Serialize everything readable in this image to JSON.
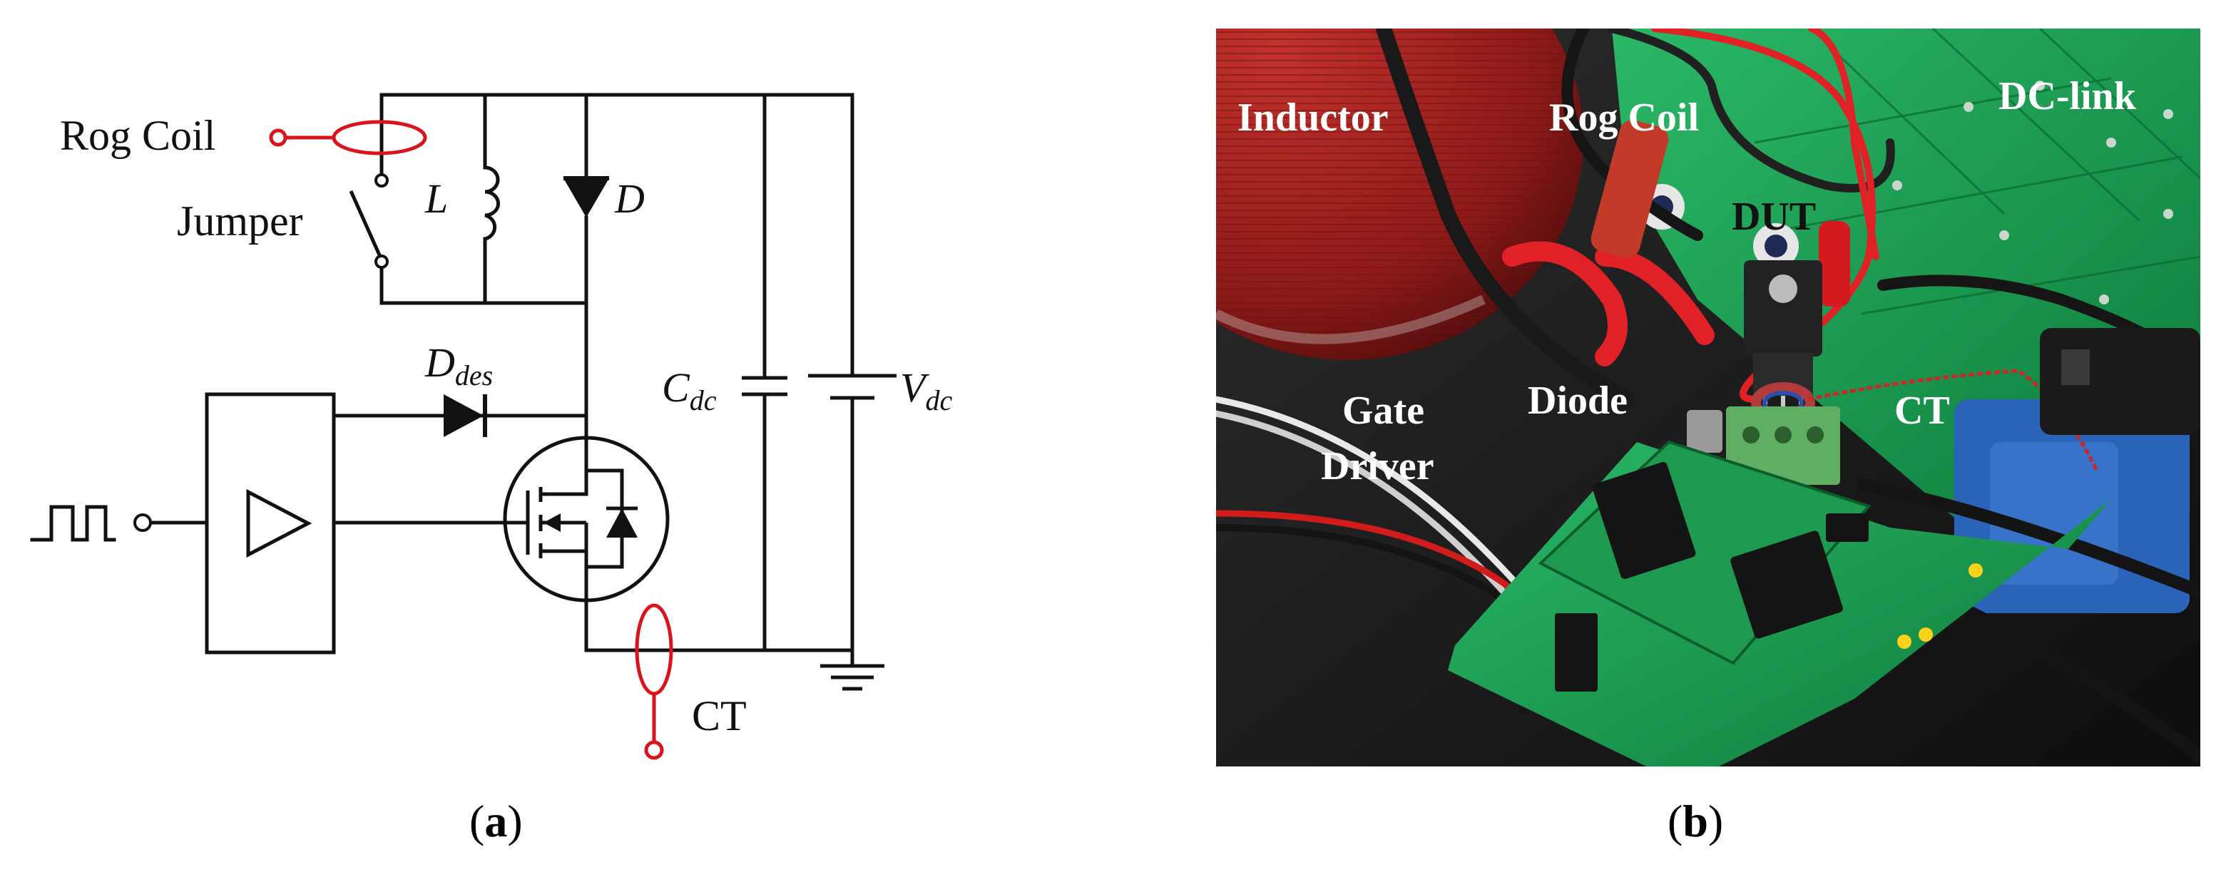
{
  "schematic": {
    "rog_coil_label": "Rog Coil",
    "jumper_label": "Jumper",
    "inductor_label": "L",
    "diode_label": "D",
    "desat_diode_main": "D",
    "desat_diode_sub": "des",
    "cap_main": "C",
    "cap_sub": "dc",
    "vsource_main": "V",
    "vsource_sub": "dc",
    "ct_label": "CT"
  },
  "photo": {
    "labels": {
      "inductor": "Inductor",
      "rog_coil": "Rog Coil",
      "dc_link": "DC-link",
      "dut": "DUT",
      "gate": "Gate",
      "driver": "Driver",
      "diode": "Diode",
      "ct": "CT"
    }
  },
  "captions": {
    "a_open": "(",
    "a_letter": "a",
    "a_close": ")",
    "b_open": "(",
    "b_letter": "b",
    "b_close": ")"
  },
  "colors": {
    "wire": "#111111",
    "probe_red": "#d8141d",
    "pcb_green": "#149a4a",
    "photo_bg": "#1a1a1a",
    "label_white": "#ffffff"
  }
}
